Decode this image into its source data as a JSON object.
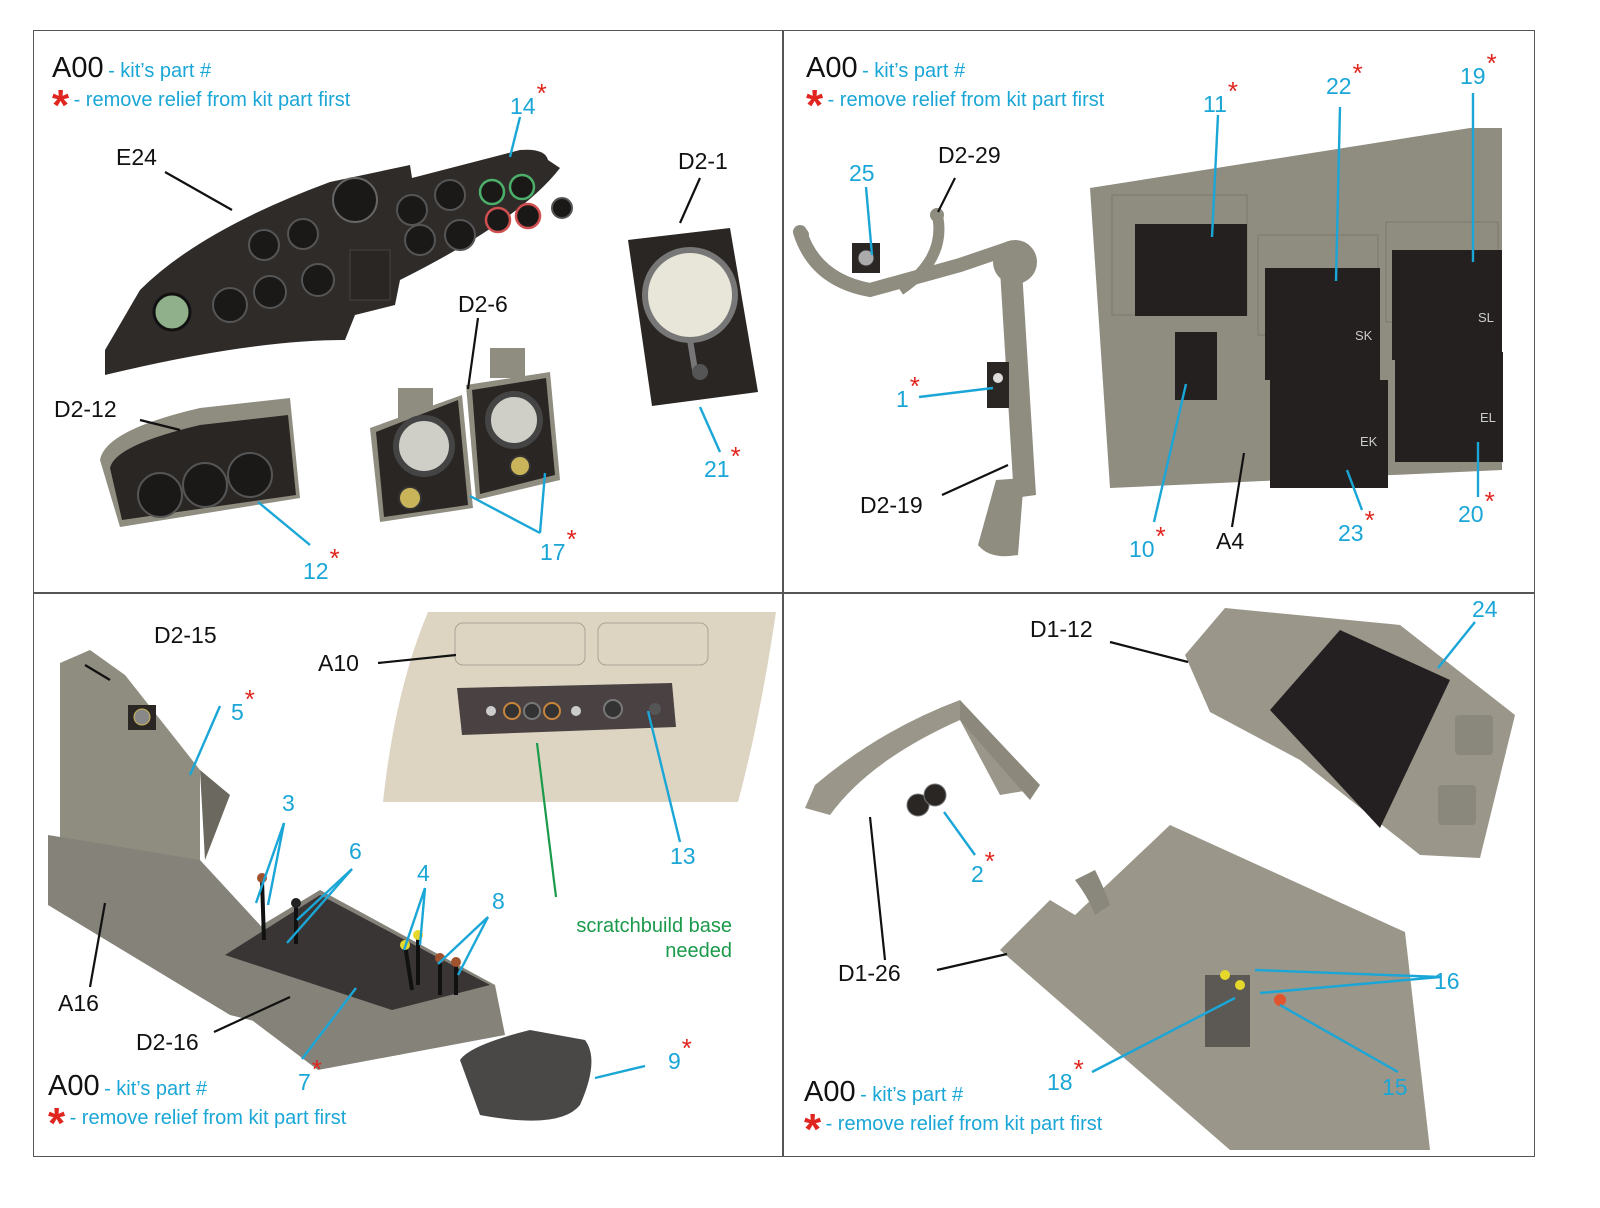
{
  "legend": {
    "code": "A00",
    "code_desc": "- kit’s part #",
    "asterisk": "*",
    "asterisk_desc": "- remove relief from kit part first"
  },
  "colors": {
    "kit_part_label": "#111111",
    "insert_label": "#1aa6d6",
    "asterisk": "#e0261f",
    "note": "#1a9a4a",
    "part_grey": "#8f8c80",
    "panel_dark": "#2e2a28",
    "overhead_cream": "#ddd5c2"
  },
  "panels": [
    {
      "id": "top-left",
      "kit_parts": [
        "E24",
        "D2-1",
        "D2-6",
        "D2-12"
      ],
      "inserts": [
        {
          "num": "14",
          "asterisk": true
        },
        {
          "num": "21",
          "asterisk": true
        },
        {
          "num": "12",
          "asterisk": true
        },
        {
          "num": "17",
          "asterisk": true
        }
      ]
    },
    {
      "id": "top-right",
      "kit_parts": [
        "D2-29",
        "D2-19",
        "A4"
      ],
      "inserts": [
        {
          "num": "25",
          "asterisk": false
        },
        {
          "num": "11",
          "asterisk": true
        },
        {
          "num": "22",
          "asterisk": true
        },
        {
          "num": "19",
          "asterisk": true
        },
        {
          "num": "1",
          "asterisk": true
        },
        {
          "num": "10",
          "asterisk": true
        },
        {
          "num": "23",
          "asterisk": true
        },
        {
          "num": "20",
          "asterisk": true
        }
      ],
      "box_marks": [
        "SK",
        "SL",
        "EK",
        "EL"
      ]
    },
    {
      "id": "bottom-left",
      "kit_parts": [
        "D2-15",
        "A10",
        "A16",
        "D2-16"
      ],
      "inserts": [
        {
          "num": "5",
          "asterisk": true
        },
        {
          "num": "13",
          "asterisk": false
        },
        {
          "num": "3",
          "asterisk": false
        },
        {
          "num": "6",
          "asterisk": false
        },
        {
          "num": "4",
          "asterisk": false
        },
        {
          "num": "8",
          "asterisk": false
        },
        {
          "num": "7",
          "asterisk": true
        },
        {
          "num": "9",
          "asterisk": true
        }
      ],
      "note": [
        "scratchbuild base",
        "needed"
      ]
    },
    {
      "id": "bottom-right",
      "kit_parts": [
        "D1-12",
        "D1-26"
      ],
      "inserts": [
        {
          "num": "24",
          "asterisk": false
        },
        {
          "num": "2",
          "asterisk": true
        },
        {
          "num": "16",
          "asterisk": false
        },
        {
          "num": "18",
          "asterisk": true
        },
        {
          "num": "15",
          "asterisk": false
        }
      ]
    }
  ]
}
